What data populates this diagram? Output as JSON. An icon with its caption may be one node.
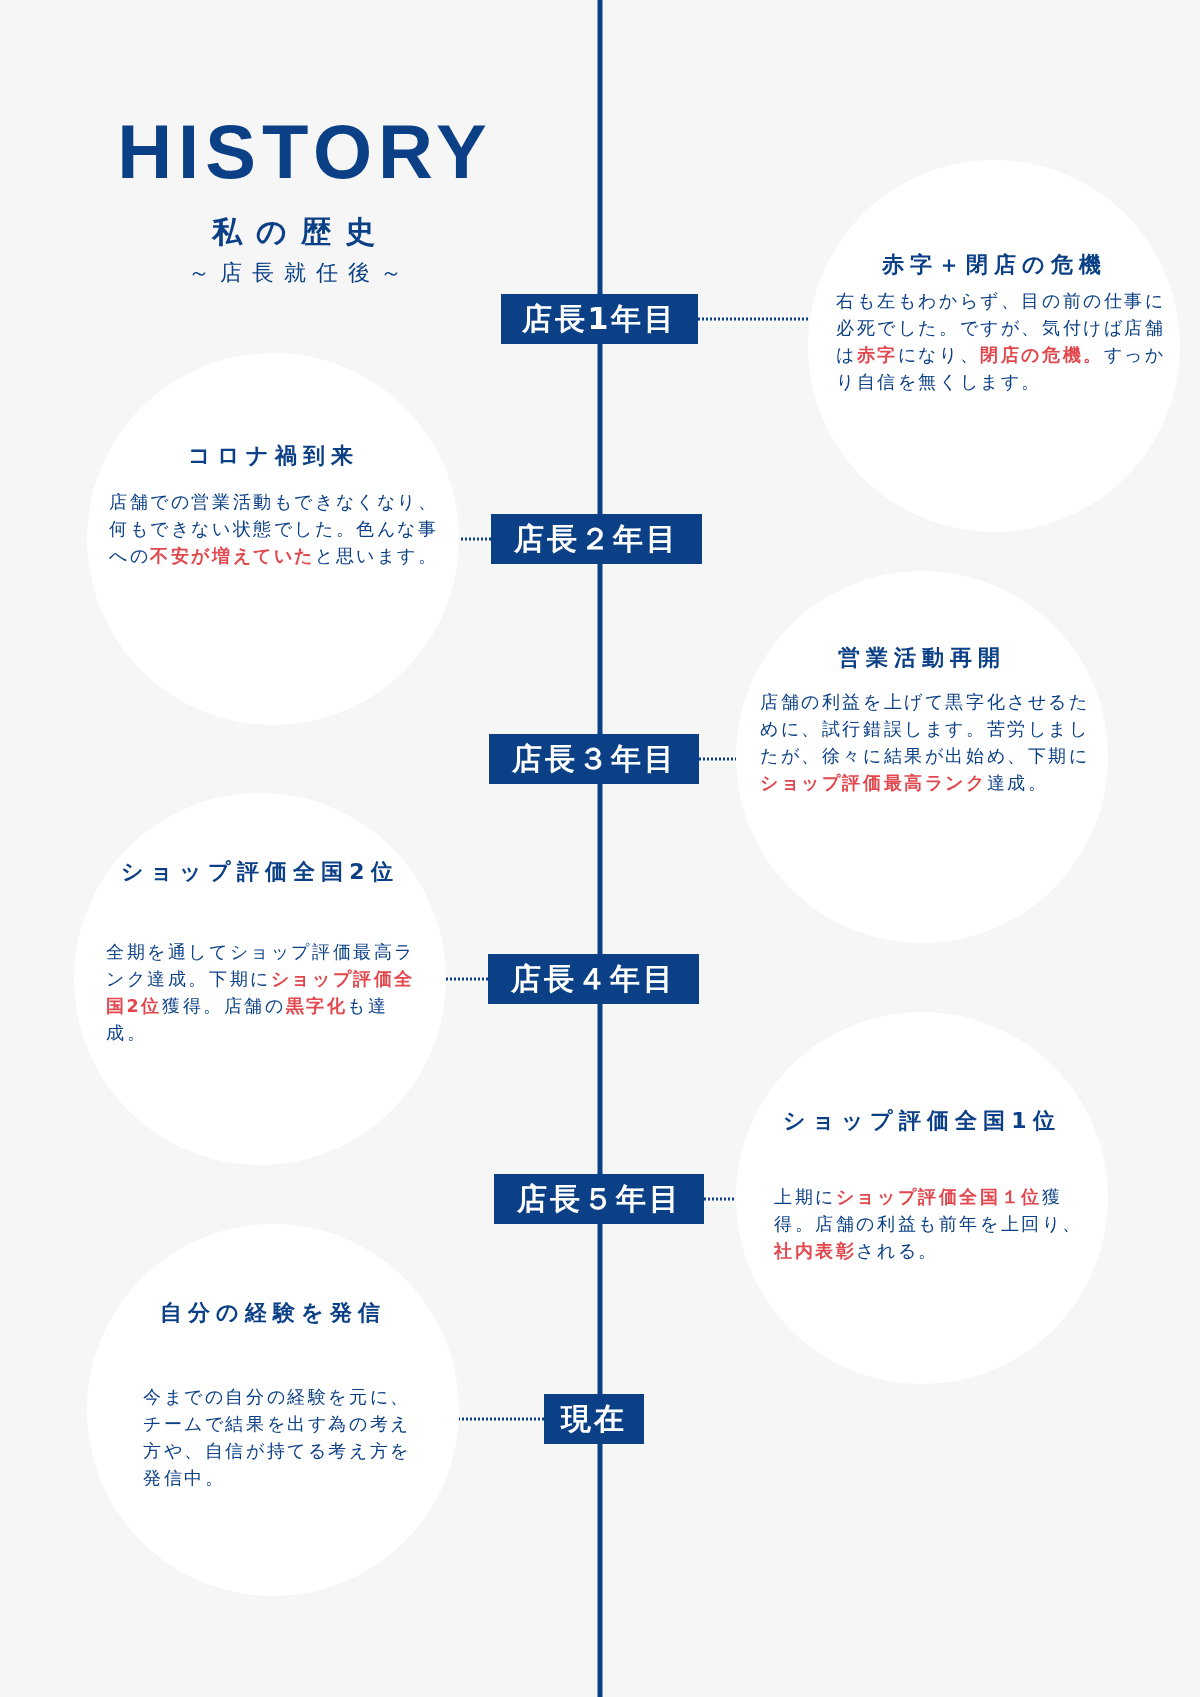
{
  "diagram": {
    "title": "HISTORY",
    "labels": [
      "私の歴史",
      "～店長就任後～"
    ],
    "nodes": [
      {
        "text": [
          "赤字＋閉店の危機",
          "右も左もわからず、目の前の仕事に必死でした。ですが、気付けば店舗は**赤字**になり、**閉店の危機。**すっかり自信を無くします。"
        ]
      },
      {
        "text": [
          "店長1年目"
        ]
      },
      {
        "text": [
          "コロナ禍到来",
          "店舗での営業活動もできなくなり、何もできない状態でした。色んな事への**不安が増えていた**と思います。"
        ]
      },
      {
        "text": [
          "店長２年目"
        ]
      },
      {
        "text": [
          "営業活動再開",
          "店舗の利益を上げて黒字化させるために、試行錯誤します。苦労しましたが、徐々に結果が出始め、下期に**ショップ評価最高ランク**達成。"
        ]
      },
      {
        "text": [
          "店長３年目"
        ]
      },
      {
        "text": [
          "ショップ評価全国2位",
          "全期を通してショップ評価最高ランク達成。下期に**ショップ評価全国2位**獲得。店舗の**黒字化**も達成。"
        ]
      },
      {
        "text": [
          "店長４年目"
        ]
      },
      {
        "text": [
          "ショップ評価全国1位",
          "上期に**ショップ評価全国１位**獲得。店舗の利益も前年を上回り、**社内表彰**される。"
        ]
      },
      {
        "text": [
          "店長５年目"
        ]
      },
      {
        "text": [
          "自分の経験を発信",
          "今までの自分の経験を元に、チームで結果を出す為の考え方や、自信が持てる考え方を発信中。"
        ]
      },
      {
        "text": [
          "現在"
        ]
      }
    ],
    "edges": [
      {
        "from": 1,
        "to": 0,
        "arrow": "none",
        "style": "dashed"
      },
      {
        "from": 3,
        "to": 2,
        "arrow": "none",
        "style": "dashed"
      },
      {
        "from": 5,
        "to": 4,
        "arrow": "none",
        "style": "dashed"
      },
      {
        "from": 7,
        "to": 6,
        "arrow": "none",
        "style": "dashed"
      },
      {
        "from": 9,
        "to": 8,
        "arrow": "none",
        "style": "dashed"
      },
      {
        "from": 11,
        "to": 10,
        "arrow": "none",
        "style": "dashed"
      }
    ]
  }
}
